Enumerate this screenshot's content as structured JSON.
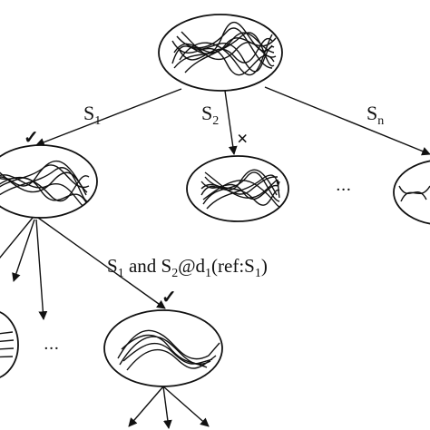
{
  "edges": {
    "s1_label": "S",
    "s1_sub": "1",
    "s2_label": "S",
    "s2_sub": "2",
    "sn_label": "S",
    "sn_sub": "n",
    "combo": {
      "part1": "S",
      "sub1": "1",
      "part2": " and S",
      "sub2": "2",
      "part3": "@d",
      "sub3": "1",
      "part4": "(ref:S",
      "sub4": "1",
      "part5": ")"
    }
  },
  "marks": {
    "check_glyph": "✓",
    "cross_glyph": "×",
    "ellipsis": "···"
  },
  "icons": {
    "accepted": "check-icon",
    "rejected": "cross-icon"
  }
}
